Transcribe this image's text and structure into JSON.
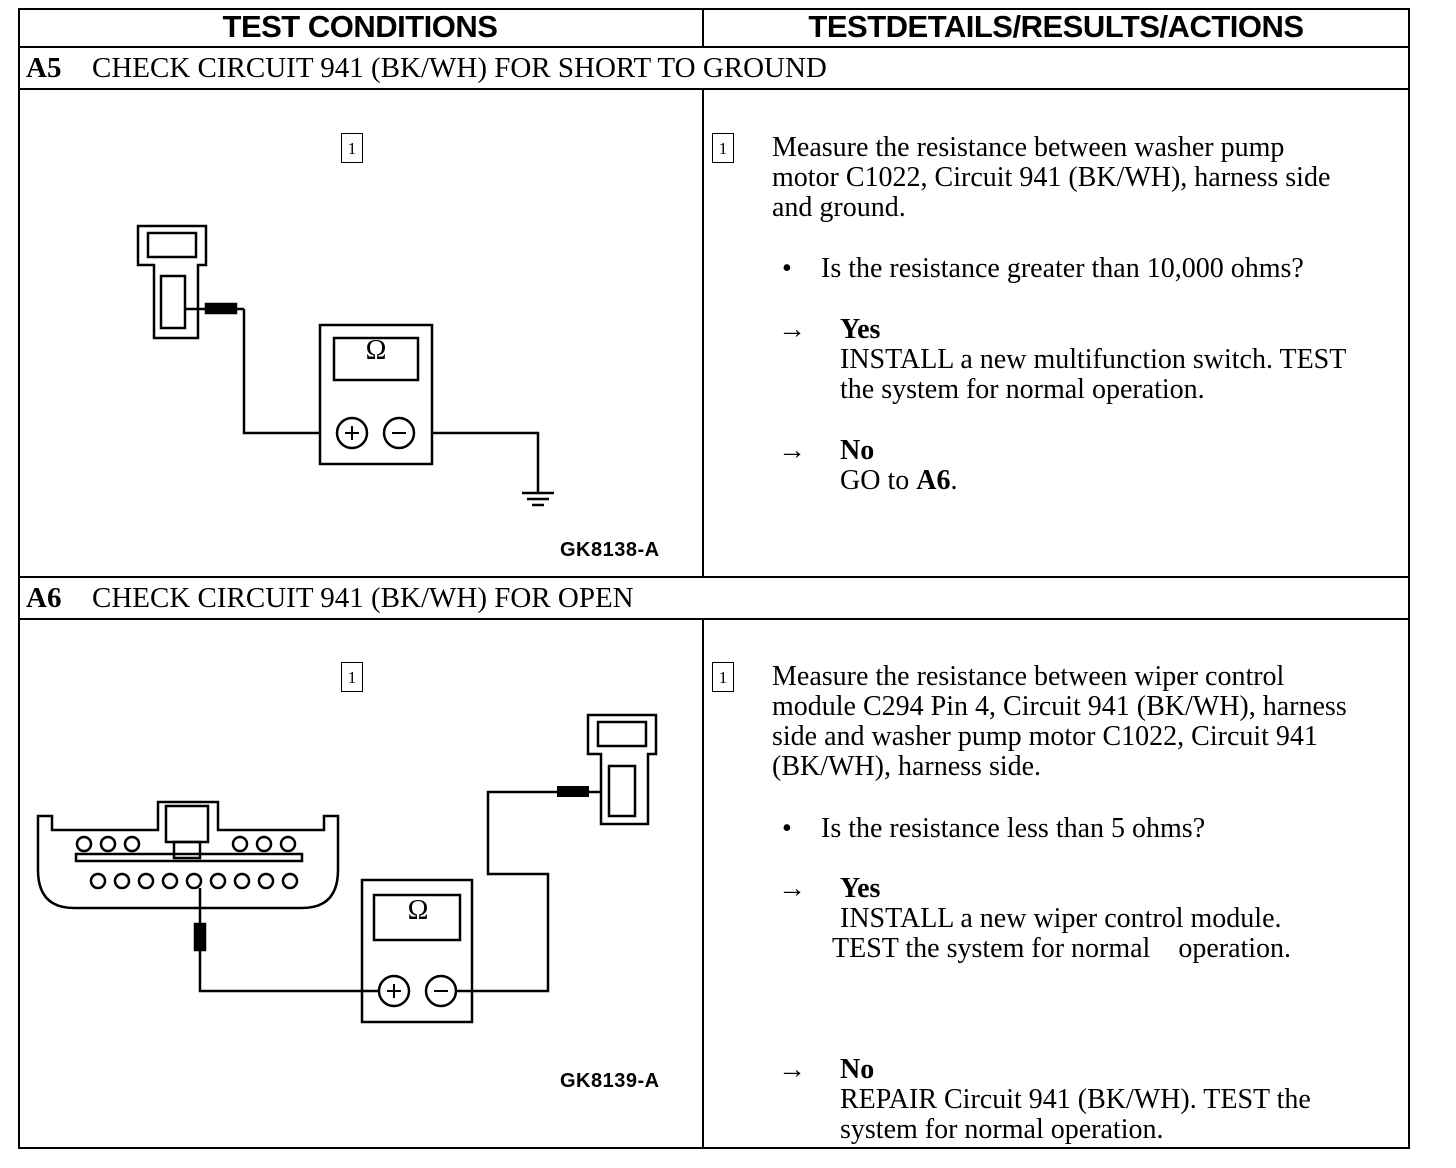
{
  "header": {
    "left": "TEST CONDITIONS",
    "right": "TESTDETAILS/RESULTS/ACTIONS"
  },
  "steps": [
    {
      "code": "A5",
      "title": "CHECK CIRCUIT 941 (BK/WH) FOR SHORT TO GROUND",
      "figure_step": "1",
      "figure_id": "GK8138-A",
      "meter_symbol": "Ω",
      "instruction_step": "1",
      "instruction": [
        "Measure the resistance between washer pump",
        "motor C1022, Circuit 941 (BK/WH), harness side",
        "and ground."
      ],
      "bullet": "•",
      "question": "Is the resistance greater than 10,000 ohms?",
      "arrow": "→",
      "yes_label": "Yes",
      "yes_action": [
        "INSTALL a new multifunction switch. TEST",
        "the system for normal operation."
      ],
      "no_label": "No",
      "no_action_prefix": "GO to ",
      "no_action_target": "A6",
      "no_action_suffix": "."
    },
    {
      "code": "A6",
      "title": "CHECK CIRCUIT 941 (BK/WH) FOR OPEN",
      "figure_step": "1",
      "figure_id": "GK8139-A",
      "meter_symbol": "Ω",
      "instruction_step": "1",
      "instruction": [
        "Measure the resistance between wiper control",
        "module C294 Pin 4, Circuit 941 (BK/WH), harness",
        "side and washer pump motor C1022, Circuit 941",
        "(BK/WH), harness side."
      ],
      "bullet": "•",
      "question": "Is the resistance less than 5 ohms?",
      "arrow": "→",
      "yes_label": "Yes",
      "yes_action": [
        "INSTALL a new wiper control module.",
        "TEST the system for normal    operation."
      ],
      "no_label": "No",
      "no_action": [
        "REPAIR Circuit 941 (BK/WH). TEST the",
        "system for normal operation."
      ]
    }
  ]
}
